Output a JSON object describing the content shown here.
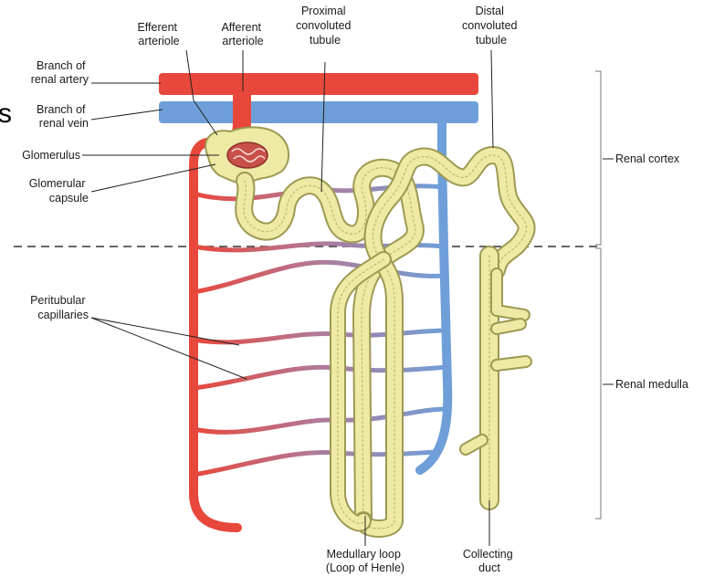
{
  "stray_text": "s",
  "labels": {
    "branch_artery": [
      "Branch of",
      "renal artery"
    ],
    "branch_vein": [
      "Branch of",
      "renal vein"
    ],
    "glomerulus": "Glomerulus",
    "glomerular_capsule": [
      "Glomerular",
      "capsule"
    ],
    "peritubular": [
      "Peritubular",
      "capillaries"
    ],
    "efferent": [
      "Efferent",
      "arteriole"
    ],
    "afferent": [
      "Afferent",
      "arteriole"
    ],
    "proximal": [
      "Proximal",
      "convoluted",
      "tubule"
    ],
    "distal": [
      "Distal",
      "convoluted",
      "tubule"
    ],
    "cortex": "Renal cortex",
    "medulla": "Renal medulla",
    "loop": [
      "Medullary loop",
      "(Loop of Henle)"
    ],
    "collecting": [
      "Collecting",
      "duct"
    ]
  },
  "colors": {
    "artery": "#e8473b",
    "vein": "#6f9fd8",
    "tubule_fill": "#efe9a6",
    "tubule_edge": "#9c9a52",
    "glomerulus": "#c9504a"
  }
}
